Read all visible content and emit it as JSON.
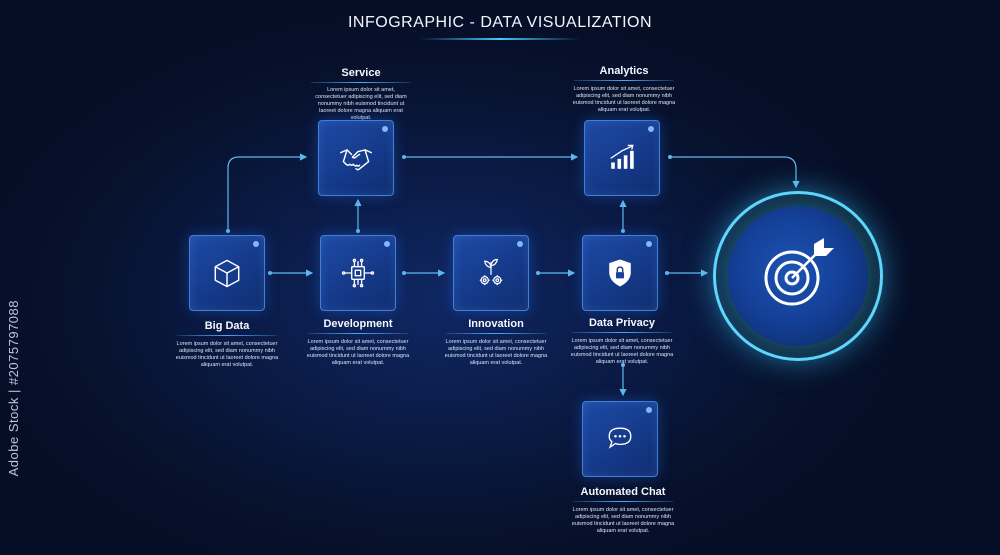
{
  "title": "INFOGRAPHIC - DATA VISUALIZATION",
  "watermark": "Adobe Stock | #207579708​8",
  "desc_text": "Lorem ipsum dolor sit amet, consectetuer adipiscing elit, sed diam nonummy nibh euismod tincidunt ut laoreet dolore magna aliquam erat volutpat.",
  "nodes": {
    "service": {
      "label": "Service",
      "icon": "handshake-icon"
    },
    "analytics": {
      "label": "Analytics",
      "icon": "bar-chart-icon"
    },
    "big_data": {
      "label": "Big Data",
      "icon": "cube-icon"
    },
    "development": {
      "label": "Development",
      "icon": "chip-icon"
    },
    "innovation": {
      "label": "Innovation",
      "icon": "gears-plant-icon"
    },
    "data_privacy": {
      "label": "Data Privacy",
      "icon": "shield-lock-icon"
    },
    "automated_chat": {
      "label": "Automated Chat",
      "icon": "chat-bubble-icon"
    },
    "goal": {
      "icon": "target-icon"
    }
  },
  "colors": {
    "background": "#07122e",
    "box": "#1a4299",
    "box_border": "#3f7fd8",
    "connector": "#5fb8ee",
    "accent": "#5fd6ff"
  }
}
